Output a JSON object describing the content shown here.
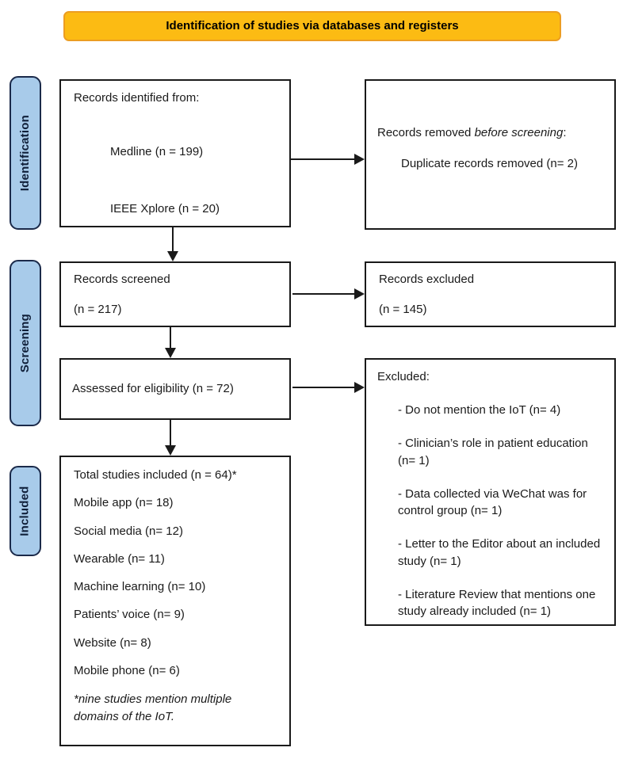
{
  "banner": {
    "label": "Identification of studies via databases and registers"
  },
  "colors": {
    "banner_fill": "#fcbb13",
    "banner_border": "#ec9d22",
    "stage_fill": "#a8cbea",
    "stage_border": "#1b2a4a",
    "box_border": "#1a1a1a"
  },
  "stages": [
    {
      "label": "Identification"
    },
    {
      "label": "Screening"
    },
    {
      "label": "Included"
    }
  ],
  "boxes": {
    "records_identified": {
      "title": "Records identified from:",
      "source_1": "Medline (n = 199)",
      "source_2": "IEEE Xplore (n = 20)"
    },
    "records_removed": {
      "title_prefix": "Records removed ",
      "title_italic": "before screening",
      "title_suffix": ":",
      "item": "Duplicate records removed  (n= 2)"
    },
    "records_screened": {
      "line1": "Records screened",
      "line2": "(n = 217)"
    },
    "records_excluded": {
      "line1": "Records excluded",
      "line2": "(n = 145)"
    },
    "assessed": {
      "label": "Assessed for eligibility (n = 72)"
    },
    "excluded_reasons": {
      "title": "Excluded:",
      "items": [
        "- Do not mention the IoT (n= 4)",
        "- Clinician’s role in patient education (n= 1)",
        "- Data collected via WeChat was for control group (n= 1)",
        "- Letter to the Editor about an included study (n= 1)",
        "- Literature Review that mentions one study already included (n= 1)"
      ]
    },
    "included_studies": {
      "lines": [
        "Total studies included (n = 64)*",
        "Mobile app (n= 18)",
        "Social media (n= 12)",
        "Wearable (n= 11)",
        "Machine learning (n= 10)",
        "Patients’ voice (n= 9)",
        "Website (n= 8)",
        "Mobile phone (n= 6)"
      ],
      "note": "*nine studies mention multiple domains of the IoT."
    }
  }
}
